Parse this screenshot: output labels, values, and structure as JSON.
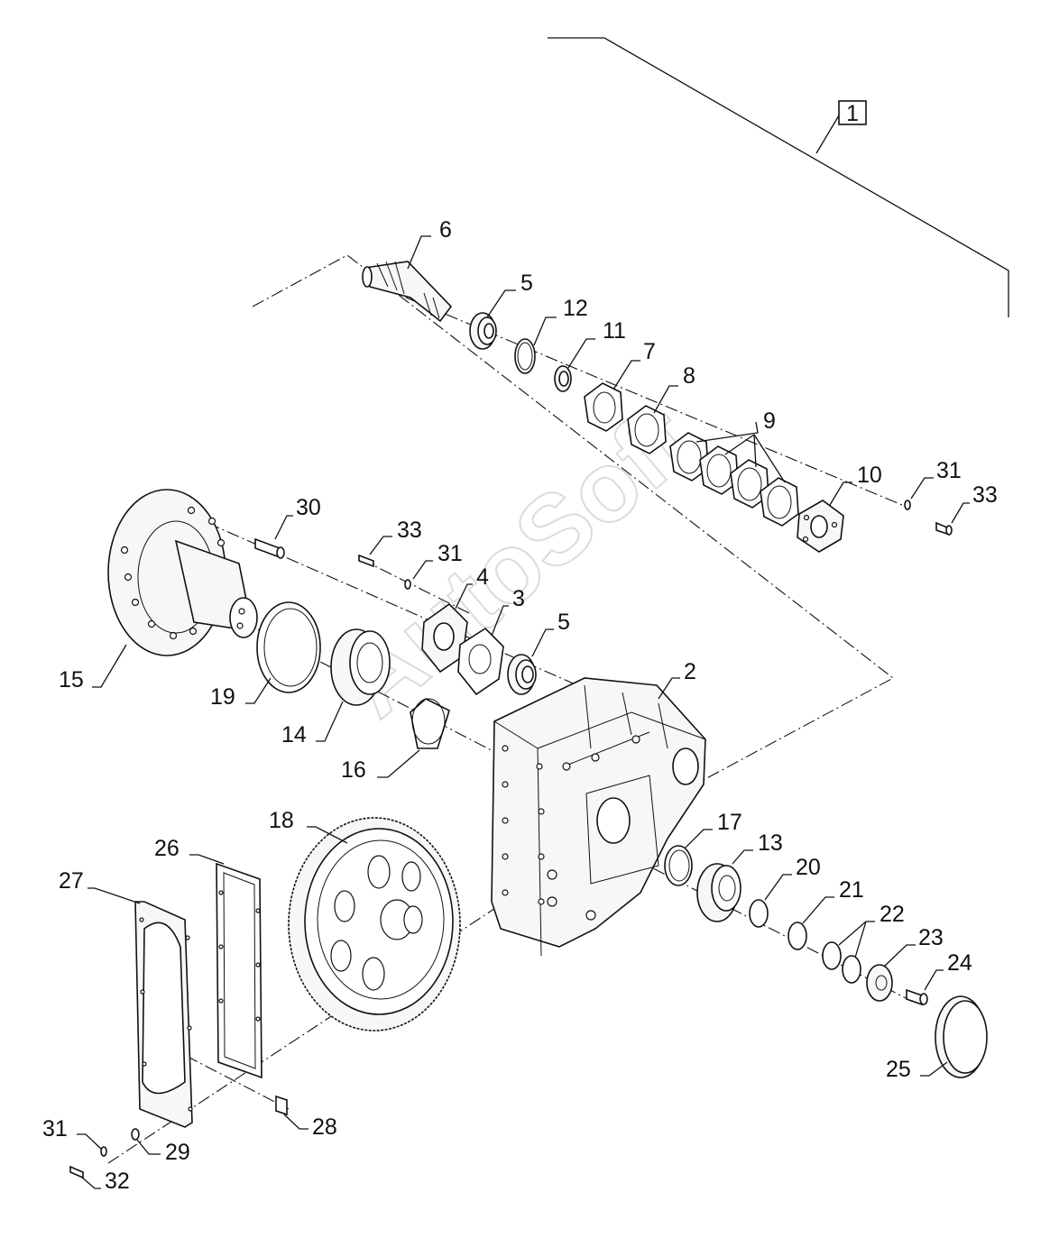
{
  "watermark": "AutoSoft",
  "assembly_label": "1",
  "callouts": {
    "c1": "1",
    "c2": "2",
    "c3": "3",
    "c4": "4",
    "c5a": "5",
    "c5b": "5",
    "c6": "6",
    "c7": "7",
    "c8": "8",
    "c9": "9",
    "c10": "10",
    "c11": "11",
    "c12": "12",
    "c13": "13",
    "c14": "14",
    "c15": "15",
    "c16": "16",
    "c17": "17",
    "c18": "18",
    "c19": "19",
    "c20": "20",
    "c21": "21",
    "c22": "22",
    "c23": "23",
    "c24": "24",
    "c25": "25",
    "c26": "26",
    "c27": "27",
    "c28": "28",
    "c29": "29",
    "c30": "30",
    "c31a": "31",
    "c31b": "31",
    "c31c": "31",
    "c32": "32",
    "c33a": "33",
    "c33b": "33"
  }
}
